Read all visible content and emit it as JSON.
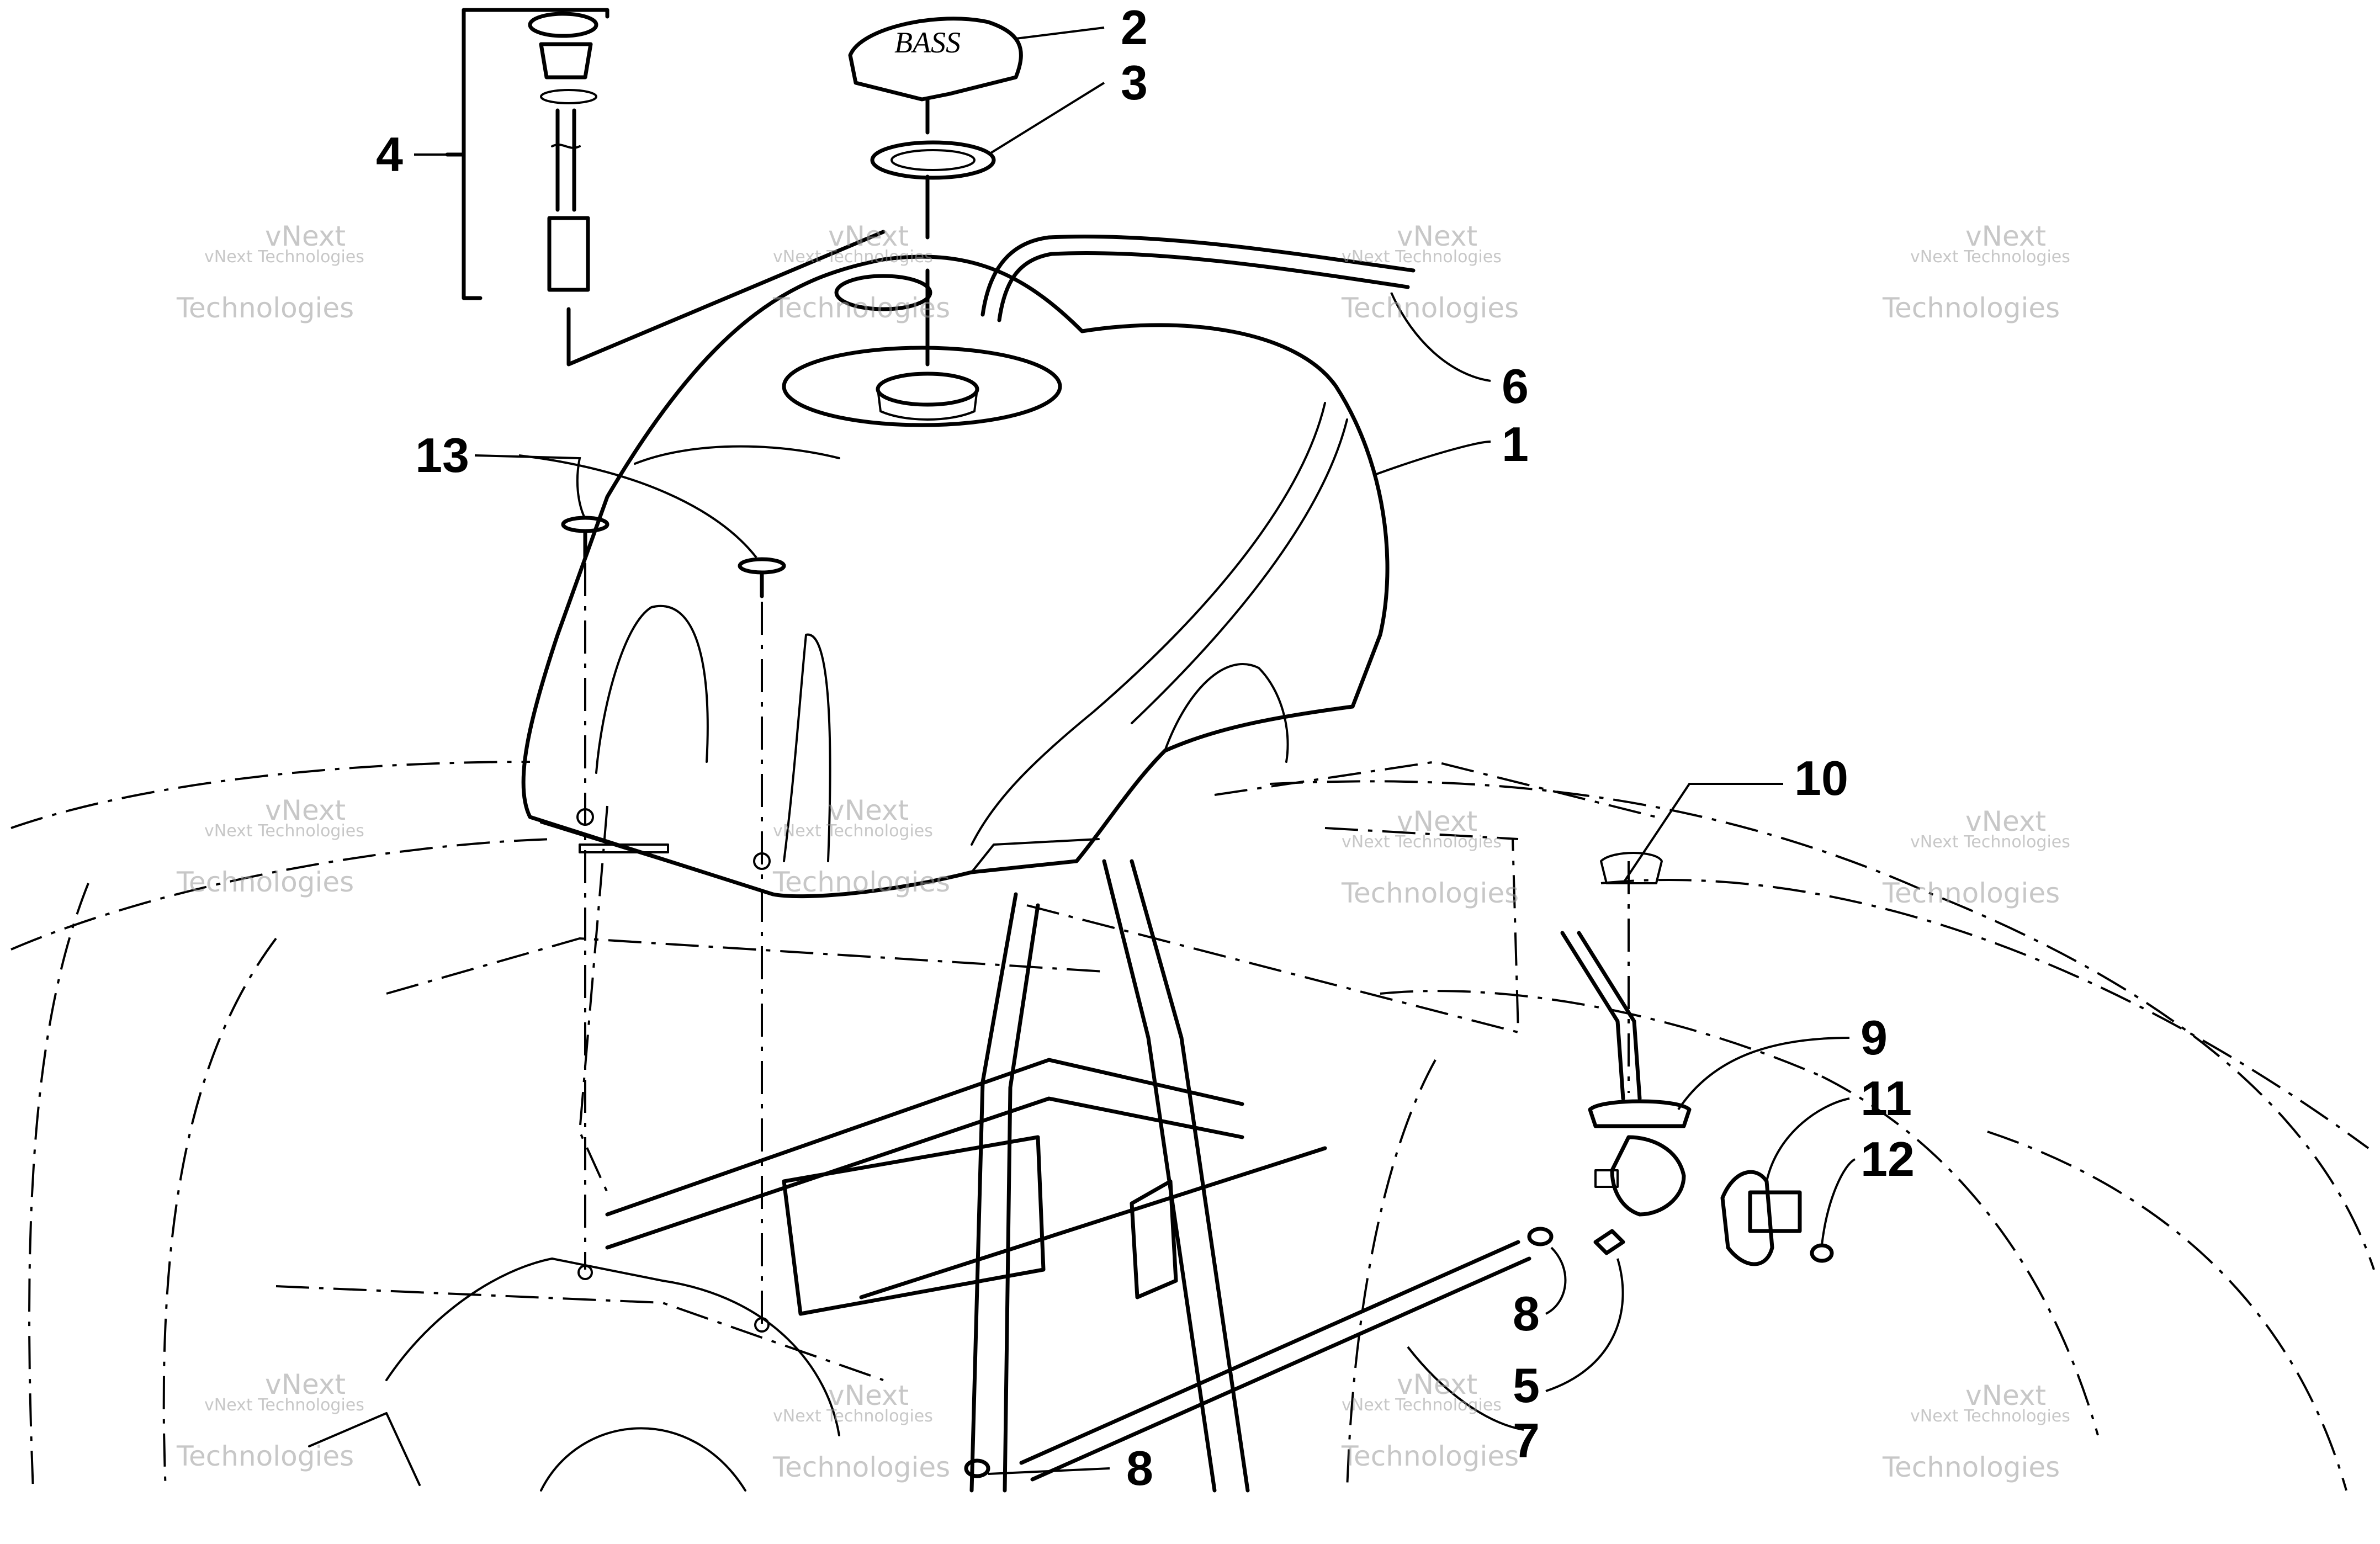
{
  "callouts": {
    "c1": "1",
    "c2": "2",
    "c3": "3",
    "c4": "4",
    "c5": "5",
    "c6": "6",
    "c7": "7",
    "c8a": "8",
    "c8b": "8",
    "c9": "9",
    "c10": "10",
    "c11": "11",
    "c12": "12",
    "c13": "13"
  },
  "cap_brand": "BASS",
  "watermark": {
    "line1": "vNext Technologies",
    "line2": "vNext",
    "line3": "Technologies"
  }
}
